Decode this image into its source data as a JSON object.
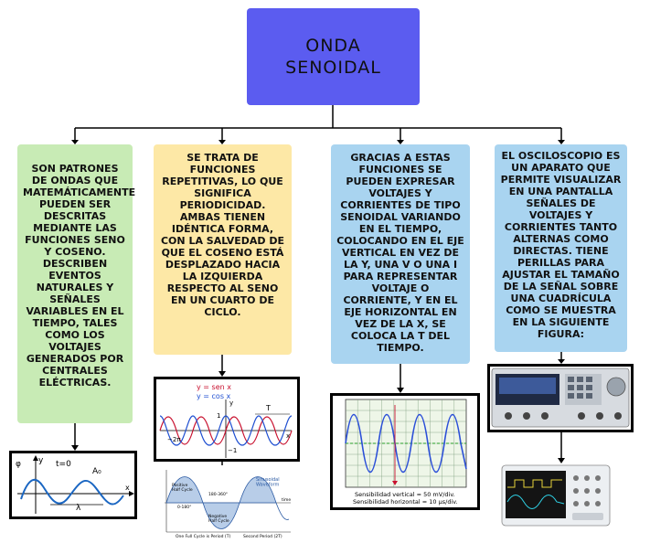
{
  "title": "ONDA\nSENOIDAL",
  "cards": {
    "c1": "SON PATRONES DE ONDAS QUE MATEMÁTICAMENTE PUEDEN SER DESCRITAS MEDIANTE LAS FUNCIONES SENO Y COSENO. DESCRIBEN EVENTOS NATURALES Y SEÑALES VARIABLES EN EL TIEMPO, TALES COMO LOS VOLTAJES GENERADOS POR CENTRALES ELÉCTRICAS.",
    "c2": "SE TRATA DE FUNCIONES REPETITIVAS, LO QUE SIGNIFICA PERIODICIDAD. AMBAS TIENEN IDÉNTICA FORMA, CON LA SALVEDAD DE QUE EL COSENO ESTÁ DESPLAZADO HACIA LA IZQUIERDA RESPECTO AL SENO EN UN CUARTO DE CICLO.",
    "c3": "GRACIAS A ESTAS FUNCIONES SE PUEDEN EXPRESAR VOLTAJES Y CORRIENTES DE TIPO SENOIDAL VARIANDO EN EL TIEMPO, COLOCANDO EN EL EJE VERTICAL EN VEZ DE LA Y, UNA V O UNA I PARA REPRESENTAR VOLTAJE O CORRIENTE, Y EN EL EJE HORIZONTAL EN VEZ DE LA X, SE COLOCA LA T DEL TIEMPO.",
    "c4": "EL OSCILOSCOPIO ES UN APARATO QUE PERMITE VISUALIZAR EN UNA PANTALLA SEÑALES DE VOLTAJES Y CORRIENTES TANTO ALTERNAS COMO DIRECTAS. TIENE PERILLAS PARA AJUSTAR EL TAMAÑO DE LA SEÑAL SOBRE UNA CUADRÍCULA COMO SE MUESTRA EN LA SIGUIENTE FIGURA:"
  },
  "fig1": {
    "phi": "φ",
    "y": "y",
    "t0": "t=0",
    "amp": "A₀",
    "lambda": "λ",
    "x": "x"
  },
  "fig2": {
    "sen": "y = sen x",
    "cos": "y = cos x",
    "T": "T",
    "one": "1",
    "minus_one": "−1",
    "neg2pi": "−2π",
    "x": "x",
    "y": "y"
  },
  "fig3": {
    "label_wave": "Sinusoidal\nWaveform",
    "pos": "Positive\nHalf Cycle",
    "neg": "Negative\nHalf Cycle",
    "deg1": "0-180°",
    "deg2": "180-360°",
    "cycle1": "One Full Cycle is Period (T)",
    "cycle2": "Second Period (2T)",
    "time": "time"
  },
  "fig4": {
    "vert": "Sensibilidad vertical = 50 mV/div.",
    "horiz": "Sensibilidad horizontal = 10 μs/div."
  },
  "colors": {
    "title_bg": "#5b5cf0",
    "green": "#c8ebb5",
    "yellow": "#fde8a6",
    "blue": "#a9d4f0"
  }
}
